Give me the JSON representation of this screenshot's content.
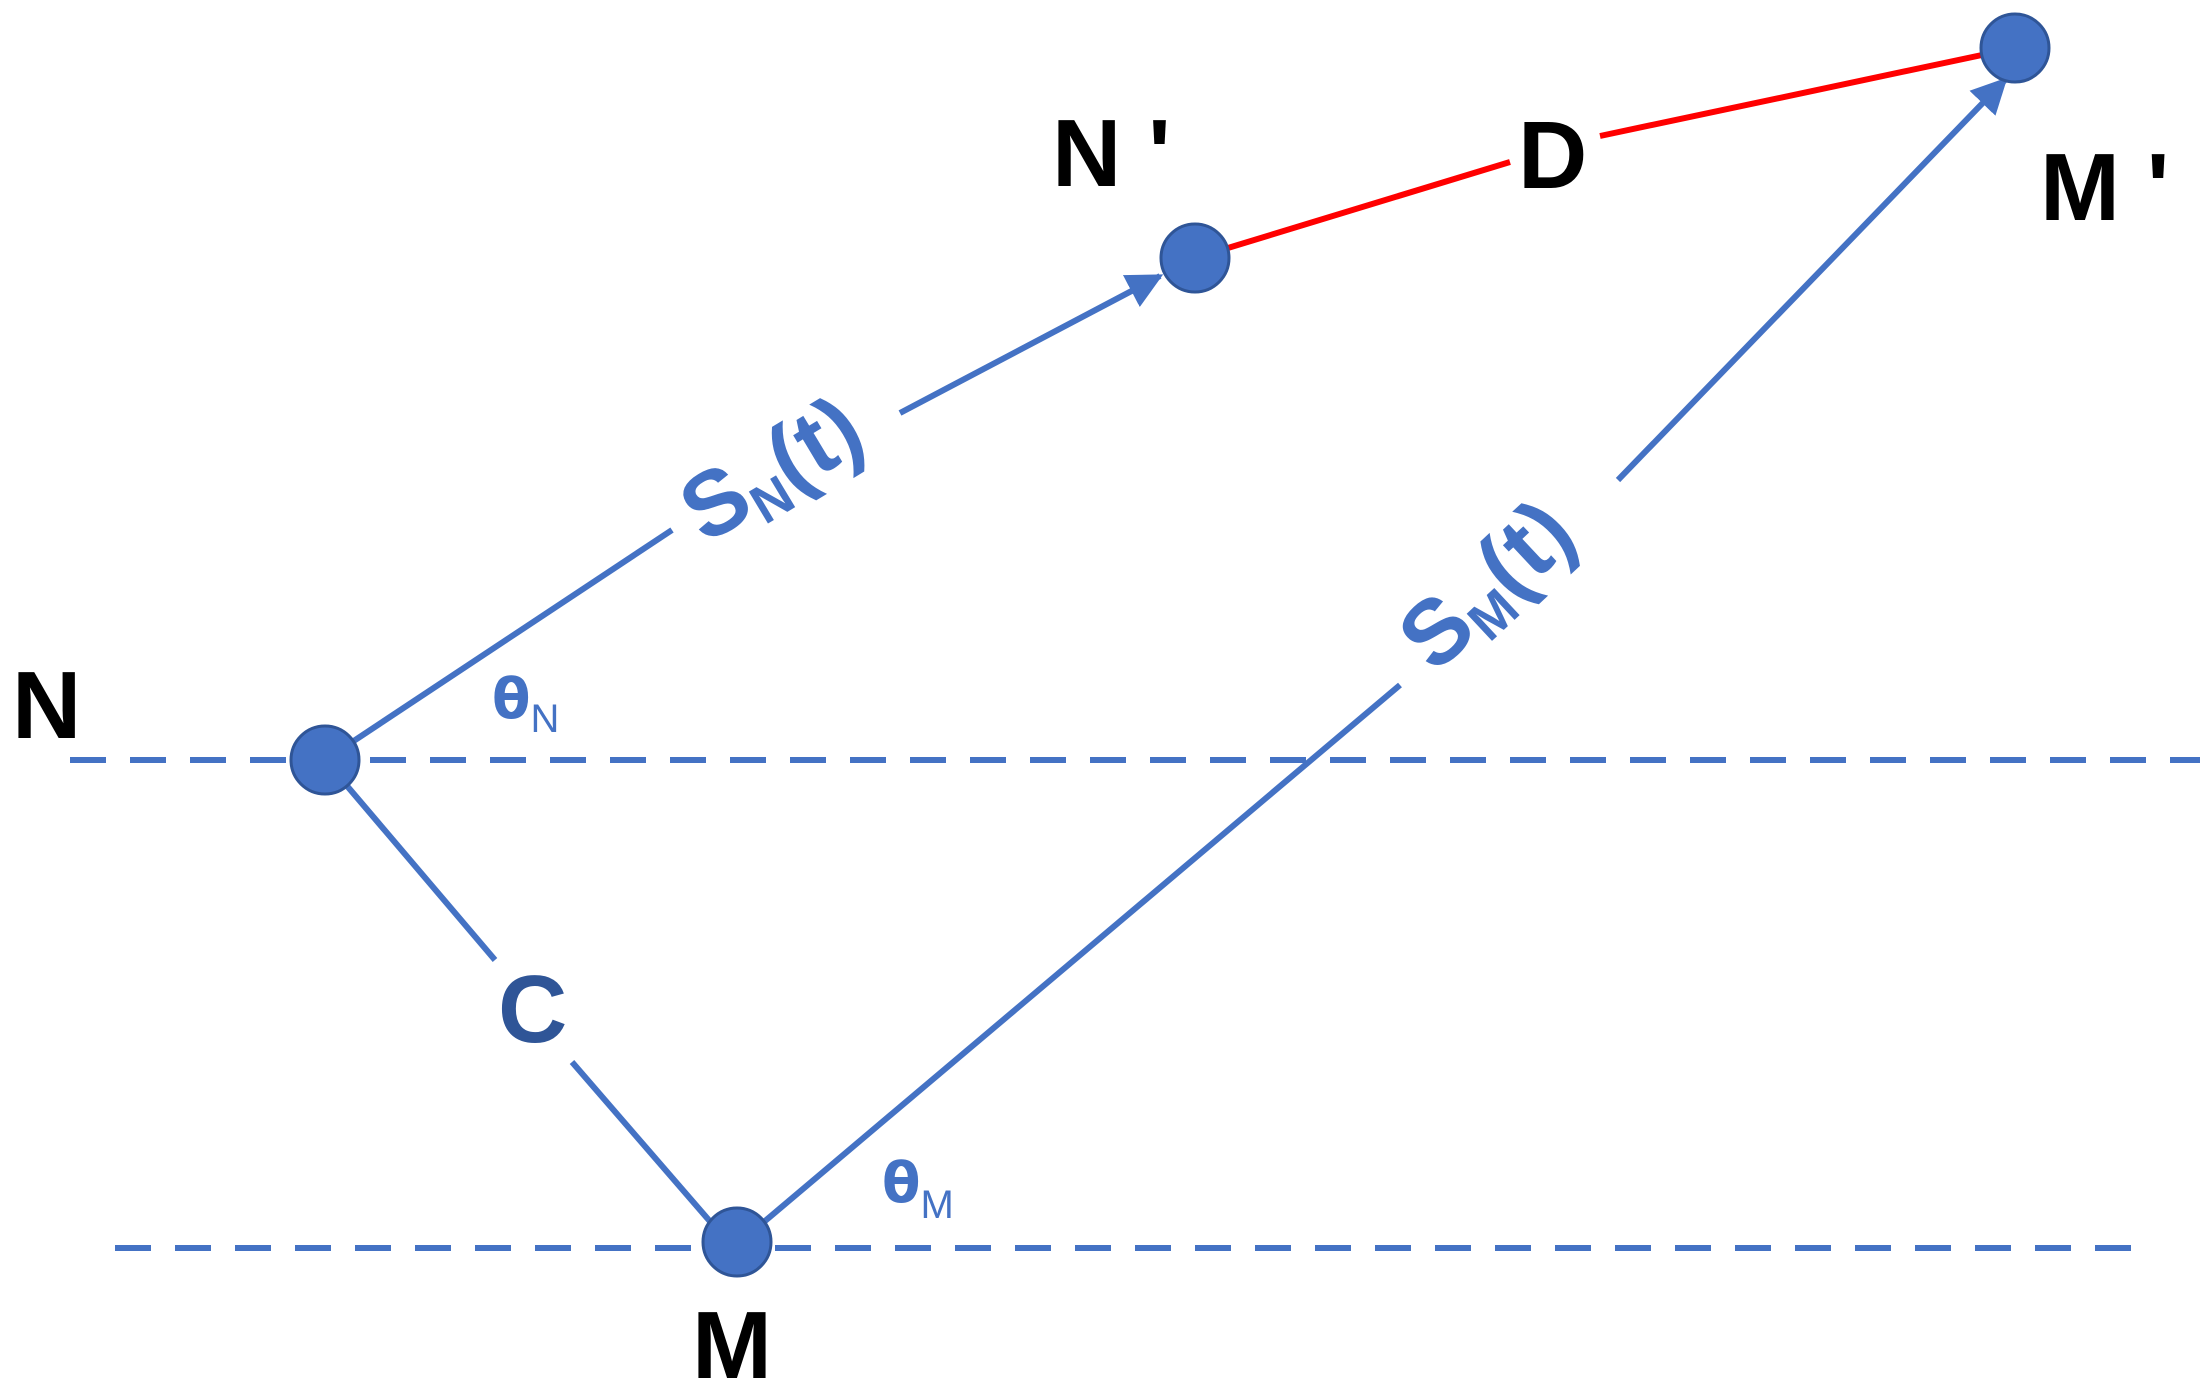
{
  "colors": {
    "blue": "#4472c4",
    "blue_dark": "#2f5597",
    "red": "#ff0000",
    "black": "#000000"
  },
  "nodes": {
    "n": "N",
    "n_prime": "N '",
    "m": "M",
    "m_prime": "M '"
  },
  "edges": {
    "c": "C",
    "d": "D"
  },
  "vectors": {
    "sn_main": "S",
    "sn_sub": "N",
    "sn_arg": "(t)",
    "sm_main": "S",
    "sm_sub": "M",
    "sm_arg": "(t)"
  },
  "angles": {
    "theta_n_symbol": "θ",
    "theta_n_sub": "N",
    "theta_m_symbol": "θ",
    "theta_m_sub": "M"
  }
}
